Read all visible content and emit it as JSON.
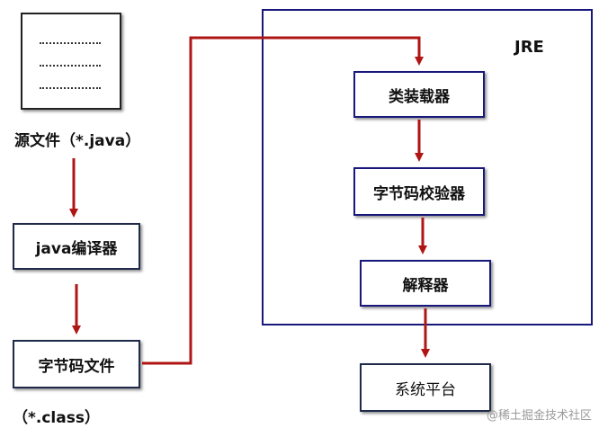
{
  "jre": {
    "title": "JRE"
  },
  "left": {
    "source_label": "源文件（*.java）",
    "compiler": "java编译器",
    "bytecode_file": "字节码文件",
    "class_label": "（*.class）"
  },
  "jre_boxes": {
    "class_loader": "类装载器",
    "bytecode_verifier": "字节码校验器",
    "interpreter": "解释器"
  },
  "platform": "系统平台",
  "watermark": "@稀土掘金技术社区",
  "colors": {
    "arrow": "#b01515",
    "jre_border": "#17187a"
  }
}
